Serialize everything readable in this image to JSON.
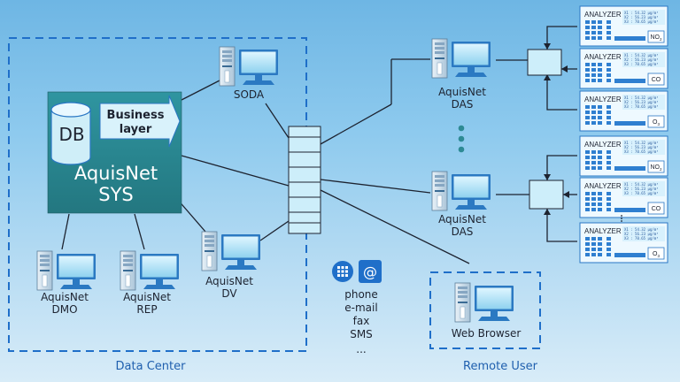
{
  "sys": {
    "db_label": "DB",
    "business_label": "Business",
    "layer_label": "layer",
    "name_line1": "AquisNet",
    "name_line2": "SYS"
  },
  "nodes": {
    "soda": "SODA",
    "das_top": [
      "AquisNet",
      "DAS"
    ],
    "das_bottom": [
      "AquisNet",
      "DAS"
    ],
    "dv": [
      "AquisNet",
      "DV"
    ],
    "dmo": [
      "AquisNet",
      "DMO"
    ],
    "rep": [
      "AquisNet",
      "REP"
    ],
    "browser": "Web Browser"
  },
  "regions": {
    "data_center": "Data Center",
    "remote_user": "Remote User"
  },
  "comm": {
    "at_symbol": "@",
    "channels": [
      "phone",
      "e-mail",
      "fax",
      "SMS",
      "..."
    ]
  },
  "analyzers": [
    {
      "title": "ANALYZER",
      "gas": "NO",
      "sub": "2"
    },
    {
      "title": "ANALYZER",
      "gas": "CO",
      "sub": ""
    },
    {
      "title": "ANALYZER",
      "gas": "O",
      "sub": "3"
    },
    {
      "title": "ANALYZER",
      "gas": "NO",
      "sub": "2"
    },
    {
      "title": "ANALYZER",
      "gas": "CO",
      "sub": ""
    },
    {
      "title": "ANALYZER",
      "gas": "O",
      "sub": "3"
    }
  ],
  "analyzer_readout": [
    "X1 : 54.32 μg/m³",
    "X2 : 56.23 μg/m³",
    "X3 : 70.65 μg/m³"
  ],
  "colors": {
    "sys_fill": "#2d8a94",
    "dash": "#1f6fc9",
    "box_fill": "#cdeefa",
    "line": "#1d2330"
  }
}
